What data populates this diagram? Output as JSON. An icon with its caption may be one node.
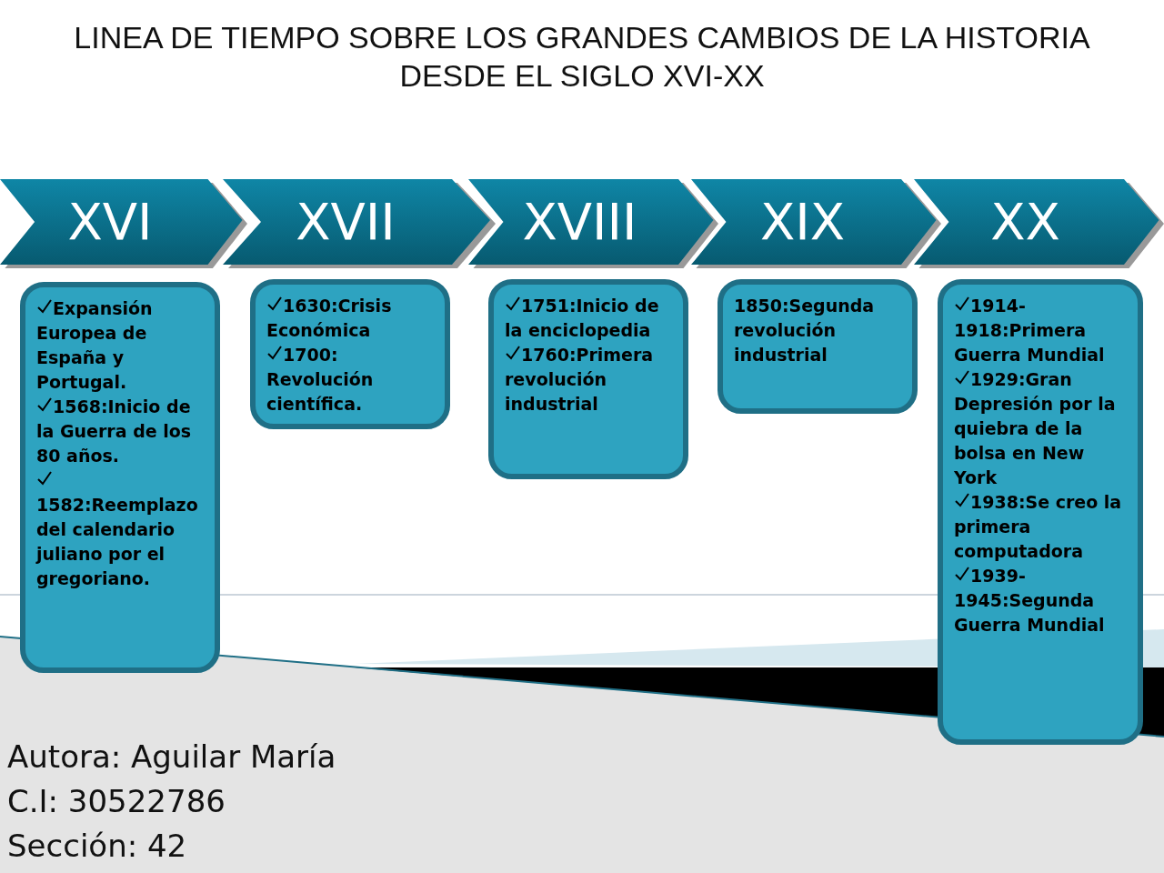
{
  "diagram": {
    "title": "LINEA DE TIEMPO SOBRE LOS GRANDES CAMBIOS DE LA HISTORIA DESDE EL SIGLO XVI-XX",
    "nodes": [
      {
        "text": [
          "XVI"
        ]
      },
      {
        "text": [
          "XVII"
        ]
      },
      {
        "text": [
          "XVIII"
        ]
      },
      {
        "text": [
          "XIX"
        ]
      },
      {
        "text": [
          "XX"
        ]
      },
      {
        "text": [
          "Expansión Europea de España y Portugal.",
          "1568:Inicio de la Guerra de los 80 años.",
          "1582:Reemplazo del calendario juliano por el gregoriano."
        ]
      },
      {
        "text": [
          "1630:Crisis Económica",
          "1700: Revolución científica."
        ]
      },
      {
        "text": [
          "1751:Inicio de la enciclopedia",
          "1760:Primera revolución industrial"
        ]
      },
      {
        "text": [
          "1850:Segunda revolución industrial"
        ]
      },
      {
        "text": [
          "1914-1918:Primera Guerra Mundial",
          "1929:Gran Depresión por la quiebra de la bolsa en New York",
          "1938:Se creo la primera computadora",
          "1939-1945:Segunda Guerra Mundial"
        ]
      }
    ],
    "labels": [
      "Autora: Aguilar María",
      "C.I: 30522786",
      "Sección: 42"
    ]
  }
}
